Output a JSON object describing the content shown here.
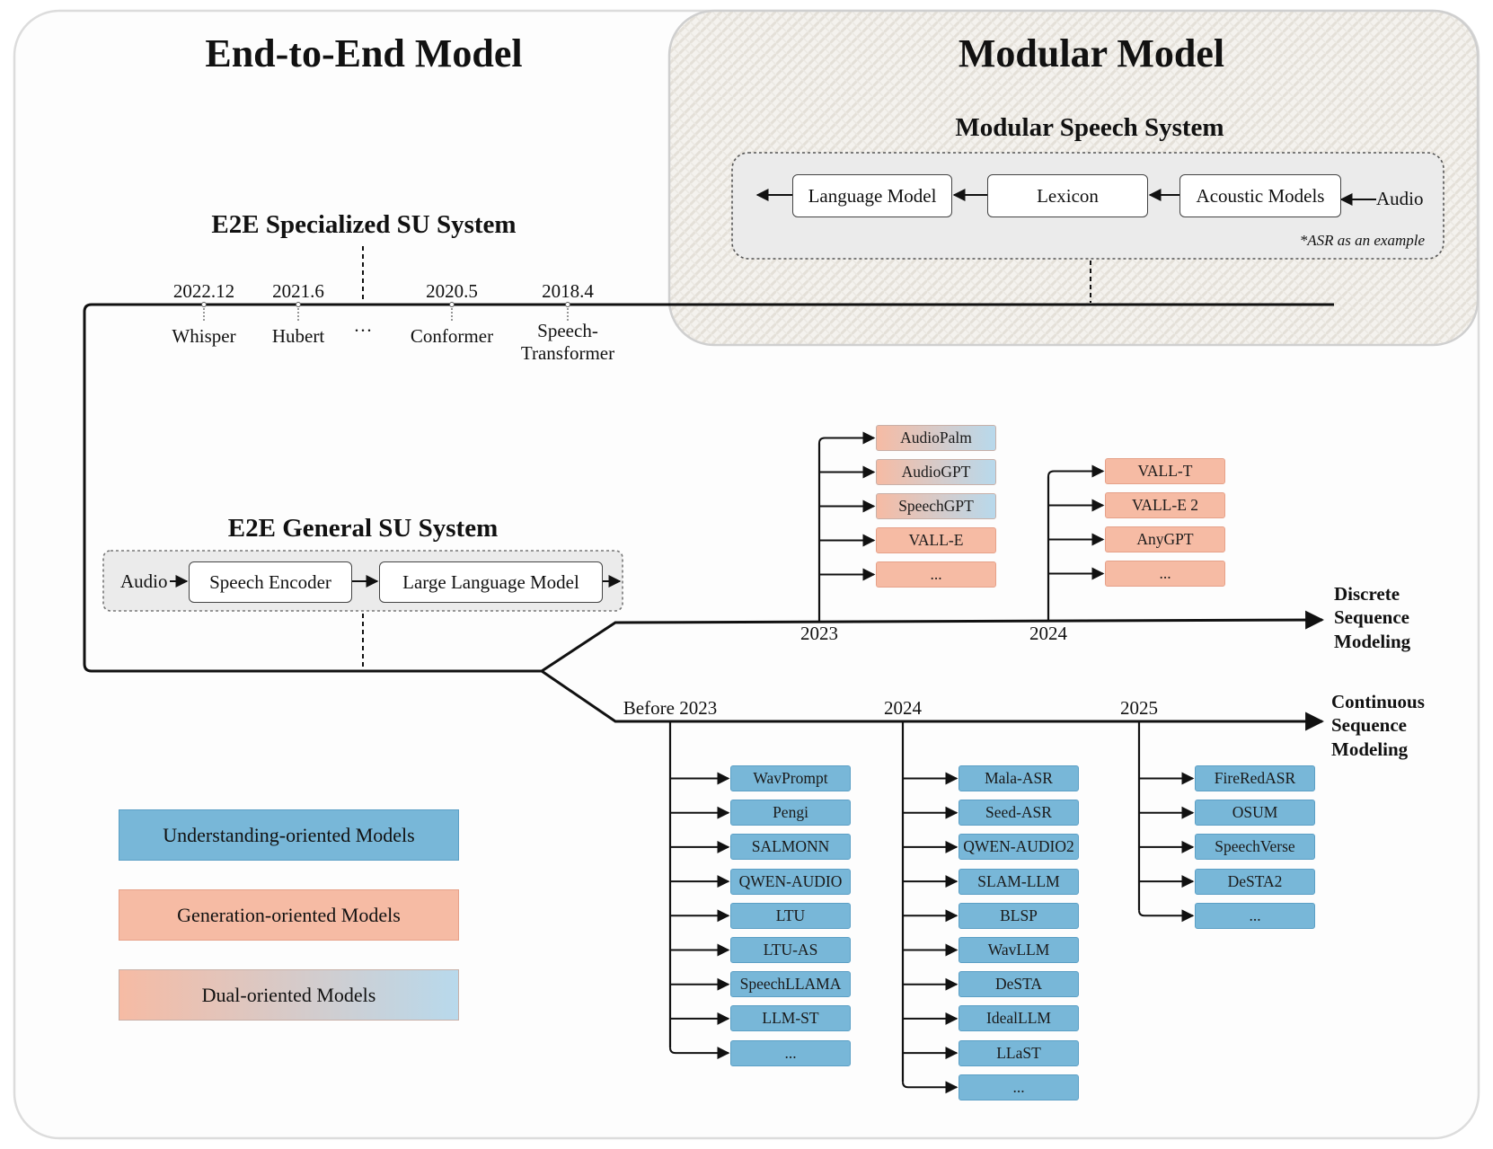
{
  "headings": {
    "end_to_end": "End-to-End Model",
    "modular": "Modular Model",
    "modular_system": "Modular Speech System",
    "specialized": "E2E Specialized SU System",
    "general": "E2E General SU System"
  },
  "modular_pipeline": {
    "language_model": "Language Model",
    "lexicon": "Lexicon",
    "acoustic_models": "Acoustic Models",
    "input": "Audio",
    "note": "*ASR as an example"
  },
  "specialized_timeline": [
    {
      "date": "2022.12",
      "name": "Whisper"
    },
    {
      "date": "2021.6",
      "name": "Hubert"
    },
    {
      "date": "",
      "name": "···"
    },
    {
      "date": "2020.5",
      "name": "Conformer"
    },
    {
      "date": "2018.4",
      "name": "Speech-\nTransformer"
    }
  ],
  "general_pipeline": {
    "input": "Audio",
    "encoder": "Speech Encoder",
    "llm": "Large Language Model"
  },
  "discrete": {
    "label": "Discrete\nSequence\nModeling",
    "groups": [
      {
        "year": "2023",
        "models": [
          {
            "name": "AudioPalm",
            "type": "dual"
          },
          {
            "name": "AudioGPT",
            "type": "dual"
          },
          {
            "name": "SpeechGPT",
            "type": "dual"
          },
          {
            "name": "VALL-E",
            "type": "gen"
          },
          {
            "name": "...",
            "type": "gen"
          }
        ]
      },
      {
        "year": "2024",
        "models": [
          {
            "name": "VALL-T",
            "type": "gen"
          },
          {
            "name": "VALL-E 2",
            "type": "gen"
          },
          {
            "name": "AnyGPT",
            "type": "gen"
          },
          {
            "name": "...",
            "type": "gen"
          }
        ]
      }
    ]
  },
  "continuous": {
    "label": "Continuous\nSequence\nModeling",
    "groups": [
      {
        "year": "Before 2023",
        "models": [
          {
            "name": "WavPrompt",
            "type": "und"
          },
          {
            "name": "Pengi",
            "type": "und"
          },
          {
            "name": "SALMONN",
            "type": "und"
          },
          {
            "name": "QWEN-AUDIO",
            "type": "und"
          },
          {
            "name": "LTU",
            "type": "und"
          },
          {
            "name": "LTU-AS",
            "type": "und"
          },
          {
            "name": "SpeechLLAMA",
            "type": "und"
          },
          {
            "name": "LLM-ST",
            "type": "und"
          },
          {
            "name": "...",
            "type": "und"
          }
        ]
      },
      {
        "year": "2024",
        "models": [
          {
            "name": "Mala-ASR",
            "type": "und"
          },
          {
            "name": "Seed-ASR",
            "type": "und"
          },
          {
            "name": "QWEN-AUDIO2",
            "type": "und"
          },
          {
            "name": "SLAM-LLM",
            "type": "und"
          },
          {
            "name": "BLSP",
            "type": "und"
          },
          {
            "name": "WavLLM",
            "type": "und"
          },
          {
            "name": "DeSTA",
            "type": "und"
          },
          {
            "name": "IdealLLM",
            "type": "und"
          },
          {
            "name": "LLaST",
            "type": "und"
          },
          {
            "name": "...",
            "type": "und"
          }
        ]
      },
      {
        "year": "2025",
        "models": [
          {
            "name": "FireRedASR",
            "type": "und"
          },
          {
            "name": "OSUM",
            "type": "und"
          },
          {
            "name": "SpeechVerse",
            "type": "und"
          },
          {
            "name": "DeSTA2",
            "type": "und"
          },
          {
            "name": "...",
            "type": "und"
          }
        ]
      }
    ]
  },
  "legend": [
    {
      "label": "Understanding-oriented Models",
      "type": "und"
    },
    {
      "label": "Generation-oriented Models",
      "type": "gen"
    },
    {
      "label": "Dual-oriented Models",
      "type": "dual"
    }
  ],
  "colors": {
    "understanding": "#78b7d8",
    "generation": "#f6bba4",
    "dual_start": "#f6bba4",
    "dual_end": "#b8d9ec"
  }
}
